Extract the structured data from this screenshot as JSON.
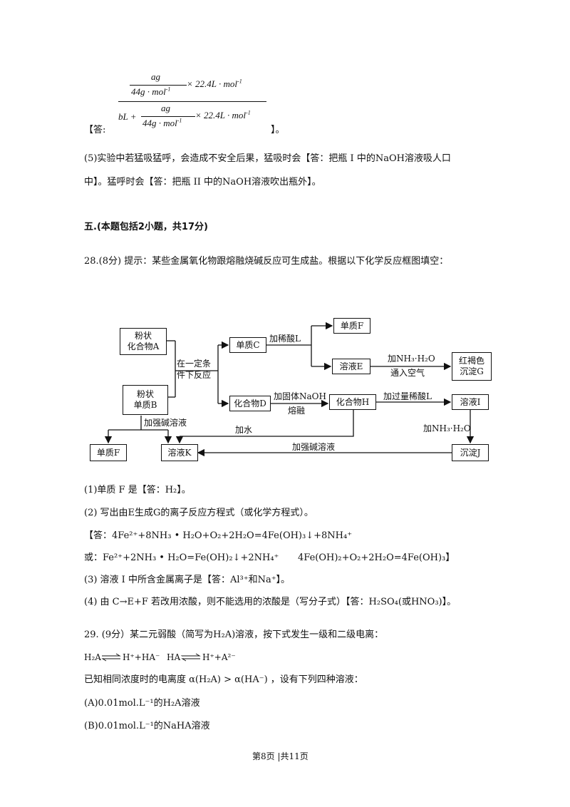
{
  "fraction": {
    "num_top": "ag",
    "num_bottom": "44g · mol",
    "num_bottom_exp": "-1",
    "num_times": "× 22.4L · mol",
    "num_times_exp": "-1",
    "den_prefix": "bL +",
    "den_top": "ag",
    "den_bottom": "44g · mol",
    "den_bottom_exp": "-1",
    "den_times": "× 22.4L · mol",
    "den_times_exp": "-1",
    "answer_open": "【答:",
    "answer_close": "】。"
  },
  "q5": {
    "line1": "(5)实验中若猛吸猛呼，会造成不安全后果，猛吸时会【答：把瓶 I 中的NaOH溶液吸人口",
    "line2": "中】。猛呼时会【答：把瓶 II 中的NaOH溶液吹出瓶外】。"
  },
  "section_heading": "五.(本题包括2小题，共17分)",
  "q28": {
    "intro": "28.(8分) 提示：某些金属氧化物跟熔融烧碱反应可生成盐。根据以下化学反应框图填空：",
    "diagram": {
      "box_A": "粉状\n化合物A",
      "box_B": "粉状\n单质B",
      "box_C": "单质C",
      "box_D": "化合物D",
      "box_F_top": "单质F",
      "box_E": "溶液E",
      "box_G": "红褐色\n沉淀G",
      "box_H": "化合物H",
      "box_I": "溶液I",
      "box_J": "沉淀J",
      "box_K": "溶液K",
      "box_F_bottom": "单质F",
      "label_condition": "在一定条\n件下反应",
      "label_dilute_acid": "加稀酸L",
      "label_nh3_air_1": "加NH₃·H₂O",
      "label_nh3_air_2": "通入空气",
      "label_naoh_1": "加固体NaOH",
      "label_naoh_2": "熔融",
      "label_excess_acid": "加过量稀酸L",
      "label_nh3": "加NH₃·H₂O",
      "label_strong_base_top": "加强碱溶液",
      "label_water": "加水",
      "label_strong_base_bottom": "加强碱溶液"
    },
    "p1": "(1)单质 F 是【答：H₂】。",
    "p2": "(2) 写出由E生成G的离子反应方程式（或化学方程式）。",
    "p2_ans1": "【答：4Fe²⁺+8NH₃ • H₂O+O₂+2H₂O=4Fe(OH)₃↓+8NH₄⁺",
    "p2_ans2a": "或：Fe²⁺+2NH₃ • H₂O=Fe(OH)₂↓+2NH₄⁺",
    "p2_ans2b": "4Fe(OH)₂+O₂+2H₂O=4Fe(OH)₃】",
    "p3": "(3) 溶液 I 中所含金属离子是【答：Al³⁺和Na⁺】。",
    "p4": "(4) 由 C→E+F 若改用浓酸，则不能选用的浓酸是（写分子式）【答：H₂SO₄(或HNO₃)】。"
  },
  "q29": {
    "intro": "29. (9分）某二元弱酸（简写为H₂A)溶液，按下式发生一级和二级电离：",
    "eq1_left": "H₂A",
    "eq1_right": "H⁺+HA⁻",
    "eq2_left": "HA⁻",
    "eq2_right": "H⁺+A²⁻",
    "condition": "已知相同浓度时的电离度 α(H₂A) > α(HA⁻) ，设有下列四种溶液：",
    "opt_a": "(A)0.01mol.L⁻¹的H₂A溶液",
    "opt_b": "(B)0.01mol.L⁻¹的NaHA溶液"
  },
  "footer": "第8页 |共11页"
}
